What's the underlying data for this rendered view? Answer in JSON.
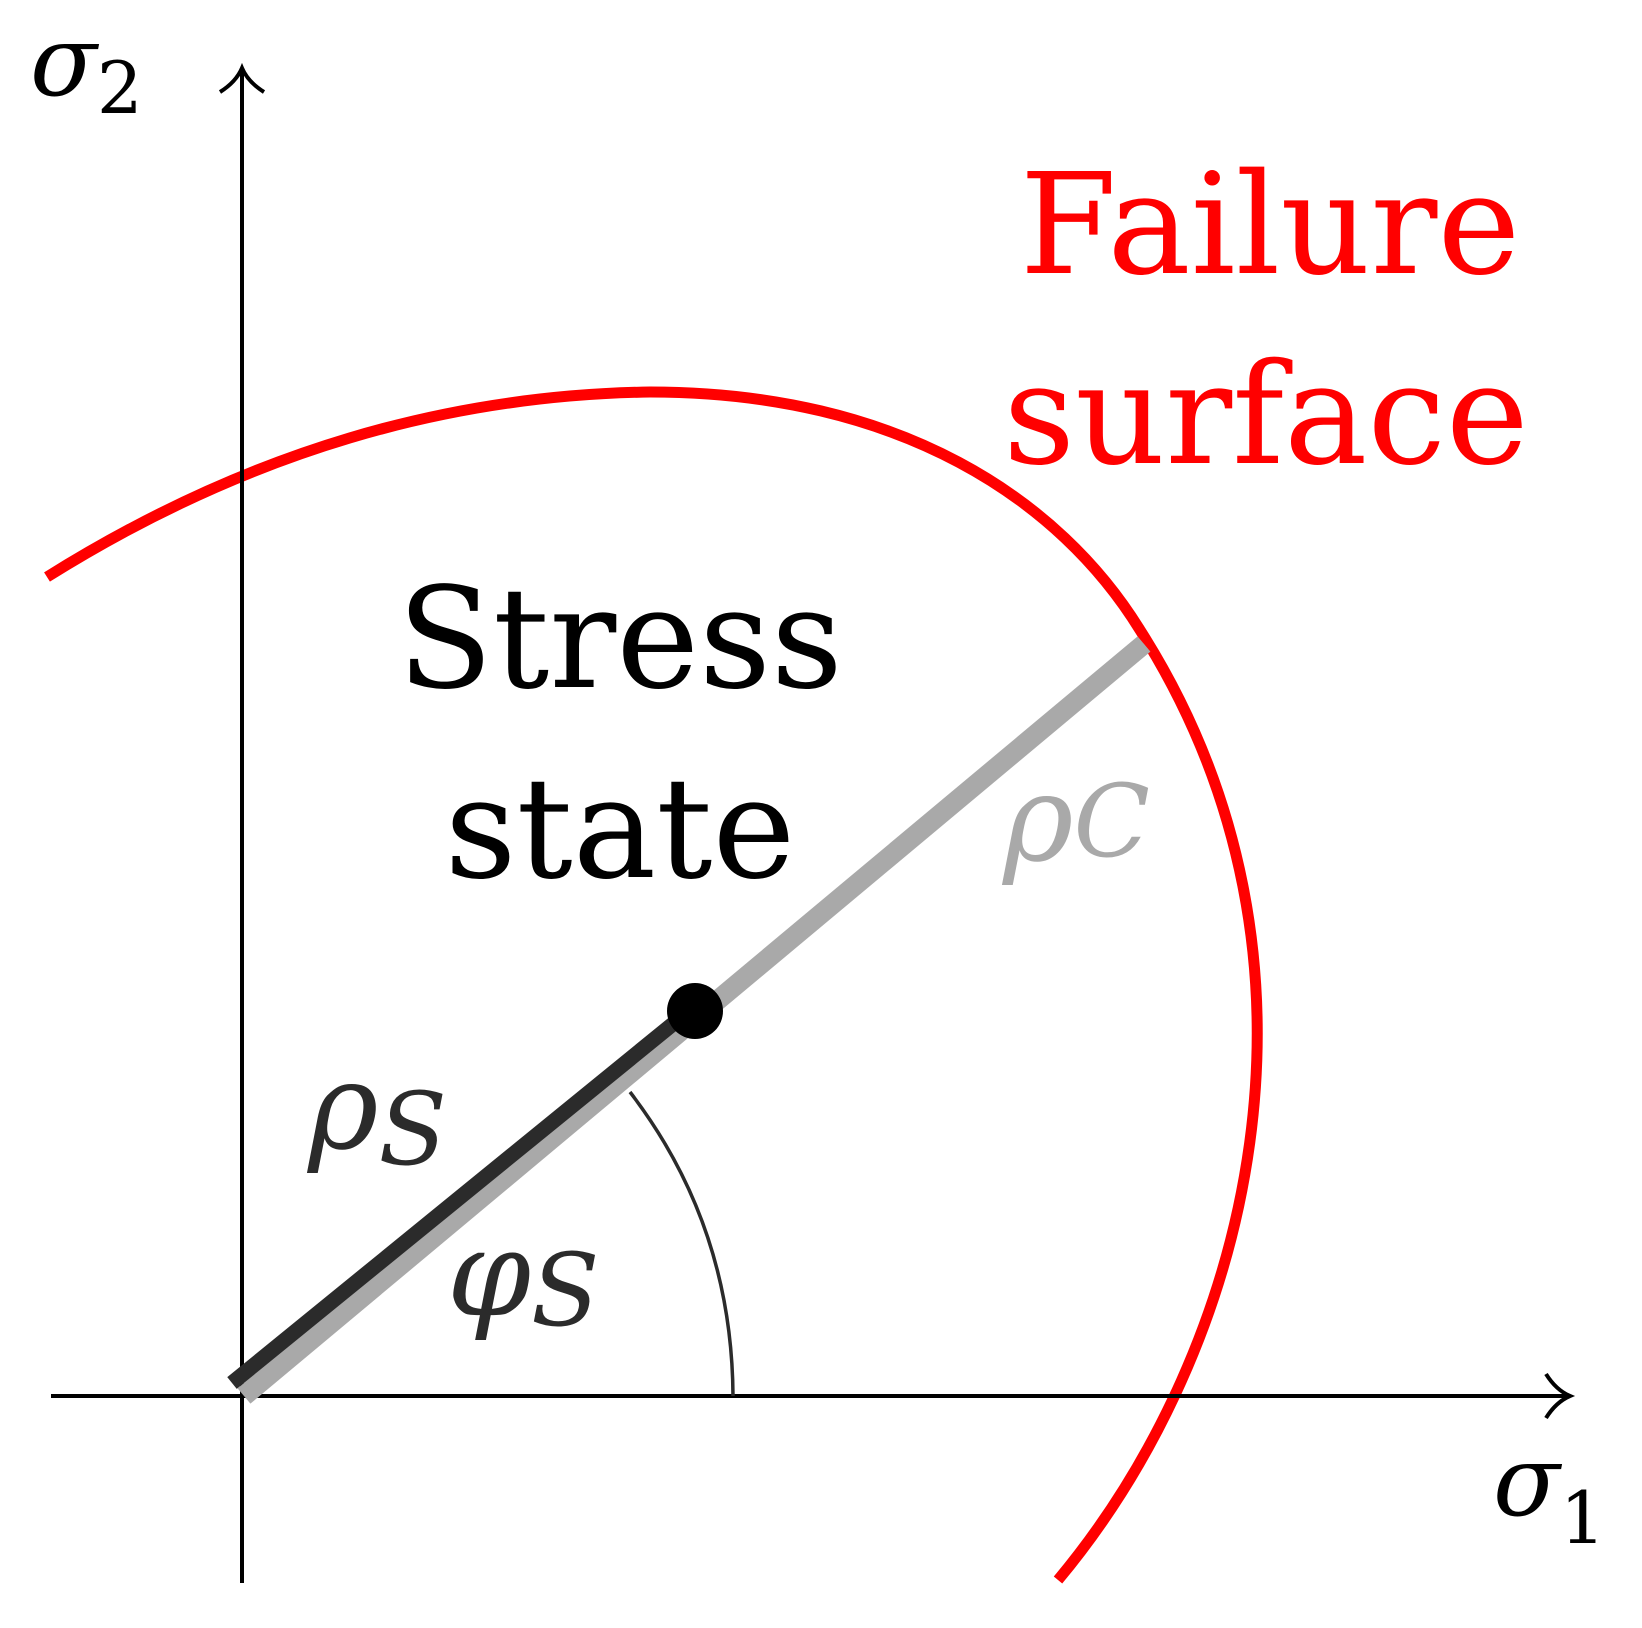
{
  "diagram": {
    "labels": {
      "sigma2": {
        "symbol": "σ",
        "subscript": "2"
      },
      "sigma1": {
        "symbol": "σ",
        "subscript": "1"
      },
      "failure_line1": "Failure",
      "failure_line2": "surface",
      "stress_line1": "Stress",
      "stress_line2": "state",
      "rho_c": {
        "symbol": "ρ",
        "subscript": "C"
      },
      "rho_s": {
        "symbol": "ρ",
        "subscript": "S"
      },
      "phi_s": {
        "symbol": "φ",
        "subscript": "S"
      }
    },
    "colors": {
      "failure_surface": "#ff0000",
      "axes": "#000000",
      "rho_c_line": "#a9a9a9",
      "rho_s_line": "#2b2b2b",
      "stress_point": "#000000",
      "angle_arc": "#2b2b2b"
    }
  }
}
